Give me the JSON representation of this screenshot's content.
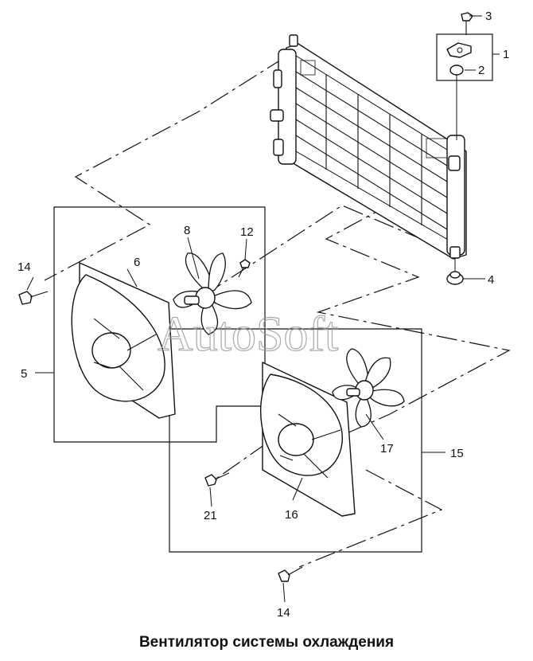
{
  "caption": "Вентилятор системы охлаждения",
  "watermark": "AutoSoft",
  "callouts": {
    "c1": "1",
    "c2": "2",
    "c3": "3",
    "c4": "4",
    "c5": "5",
    "c6": "6",
    "c8": "8",
    "c12": "12",
    "c14a": "14",
    "c14b": "14",
    "c15": "15",
    "c16": "16",
    "c17": "17",
    "c21": "21"
  }
}
